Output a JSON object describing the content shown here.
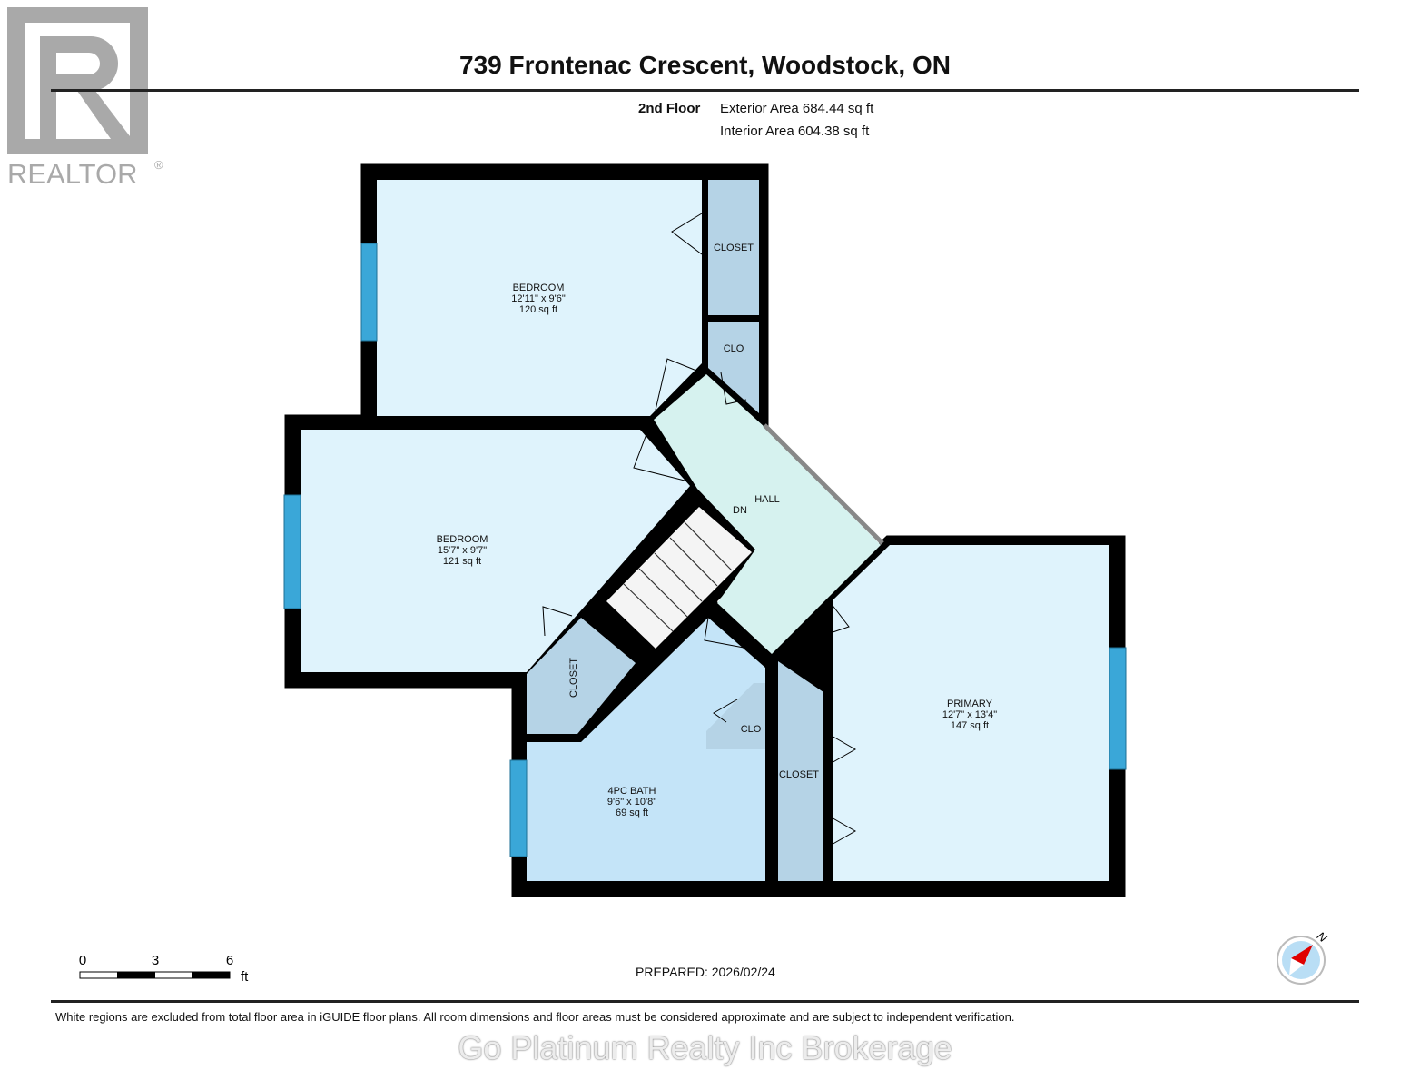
{
  "header": {
    "title": "739 Frontenac Crescent, Woodstock, ON",
    "floor": "2nd Floor",
    "exterior_area": "Exterior Area 684.44 sq ft",
    "interior_area": "Interior Area 604.38 sq ft"
  },
  "logo": {
    "text": "REALTOR®"
  },
  "rooms": [
    {
      "name": "BEDROOM",
      "dims": "12'11\" x 9'6\"",
      "area": "120 sq ft"
    },
    {
      "name": "BEDROOM",
      "dims": "15'7\" x 9'7\"",
      "area": "121 sq ft"
    },
    {
      "name": "PRIMARY",
      "dims": "12'7\" x 13'4\"",
      "area": "147 sq ft"
    },
    {
      "name": "4PC BATH",
      "dims": "9'6\" x 10'8\"",
      "area": "69 sq ft"
    }
  ],
  "labels": {
    "closet": "CLOSET",
    "clo": "CLO",
    "hall": "HALL",
    "dn": "DN"
  },
  "scale": {
    "ticks": [
      "0",
      "3",
      "6"
    ],
    "unit": "ft"
  },
  "compass": {
    "label": "N"
  },
  "footer": {
    "prepared": "PREPARED: 2026/02/24",
    "disclaimer": "White regions are excluded from total floor area in iGUIDE floor plans. All room dimensions and floor areas must be considered approximate and are subject to independent verification.",
    "watermark": "Go Platinum Realty Inc Brokerage"
  },
  "colors": {
    "room": "#dff3fc",
    "closet": "#b5d3e6",
    "hall": "#d6f2ef",
    "bath": "#c4e4f8",
    "wall": "#000000",
    "window": "#3aa7d8"
  }
}
